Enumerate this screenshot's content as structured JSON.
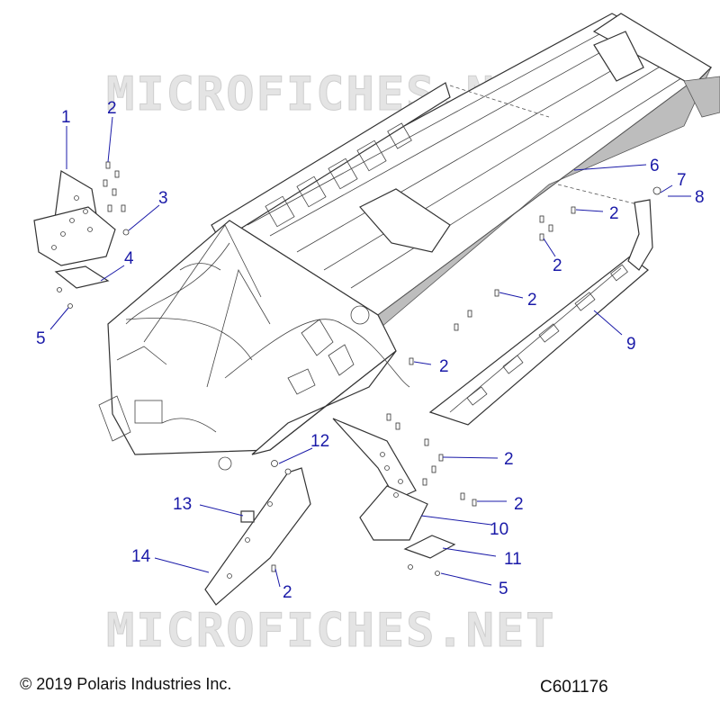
{
  "watermark": "MICROFICHES.NET",
  "footer": {
    "copyright": "© 2019 Polaris Industries Inc.",
    "drawing_id": "C601176"
  },
  "callouts": [
    {
      "id": "c1",
      "label": "1"
    },
    {
      "id": "c2a",
      "label": "2"
    },
    {
      "id": "c3",
      "label": "3"
    },
    {
      "id": "c4",
      "label": "4"
    },
    {
      "id": "c5a",
      "label": "5"
    },
    {
      "id": "c6",
      "label": "6"
    },
    {
      "id": "c7",
      "label": "7"
    },
    {
      "id": "c8",
      "label": "8"
    },
    {
      "id": "c2b",
      "label": "2"
    },
    {
      "id": "c2c",
      "label": "2"
    },
    {
      "id": "c2d",
      "label": "2"
    },
    {
      "id": "c9",
      "label": "9"
    },
    {
      "id": "c2e",
      "label": "2"
    },
    {
      "id": "c12",
      "label": "12"
    },
    {
      "id": "c2f",
      "label": "2"
    },
    {
      "id": "c2g",
      "label": "2"
    },
    {
      "id": "c13",
      "label": "13"
    },
    {
      "id": "c10",
      "label": "10"
    },
    {
      "id": "c11",
      "label": "11"
    },
    {
      "id": "c14",
      "label": "14"
    },
    {
      "id": "c2h",
      "label": "2"
    },
    {
      "id": "c5b",
      "label": "5"
    }
  ],
  "colors": {
    "callout": "#1a1aa8",
    "line": "#333333",
    "shade": "#bdbdbd",
    "watermark": "#e4e4e4"
  }
}
